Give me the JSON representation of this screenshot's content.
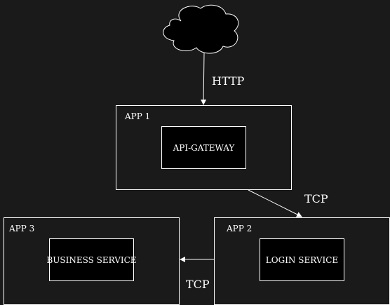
{
  "diagram": {
    "edges": {
      "http": "HTTP",
      "tcp_gateway_to_login": "TCP",
      "tcp_login_to_business": "TCP"
    },
    "apps": {
      "app1": {
        "label": "APP 1",
        "service": "API-GATEWAY"
      },
      "app2": {
        "label": "APP 2",
        "service": "LOGIN SERVICE"
      },
      "app3": {
        "label": "APP 3",
        "service": "BUSINESS SERVICE"
      }
    }
  },
  "colors": {
    "background": "#1a1a1a",
    "stroke": "#ffffff",
    "fill": "#000000"
  }
}
